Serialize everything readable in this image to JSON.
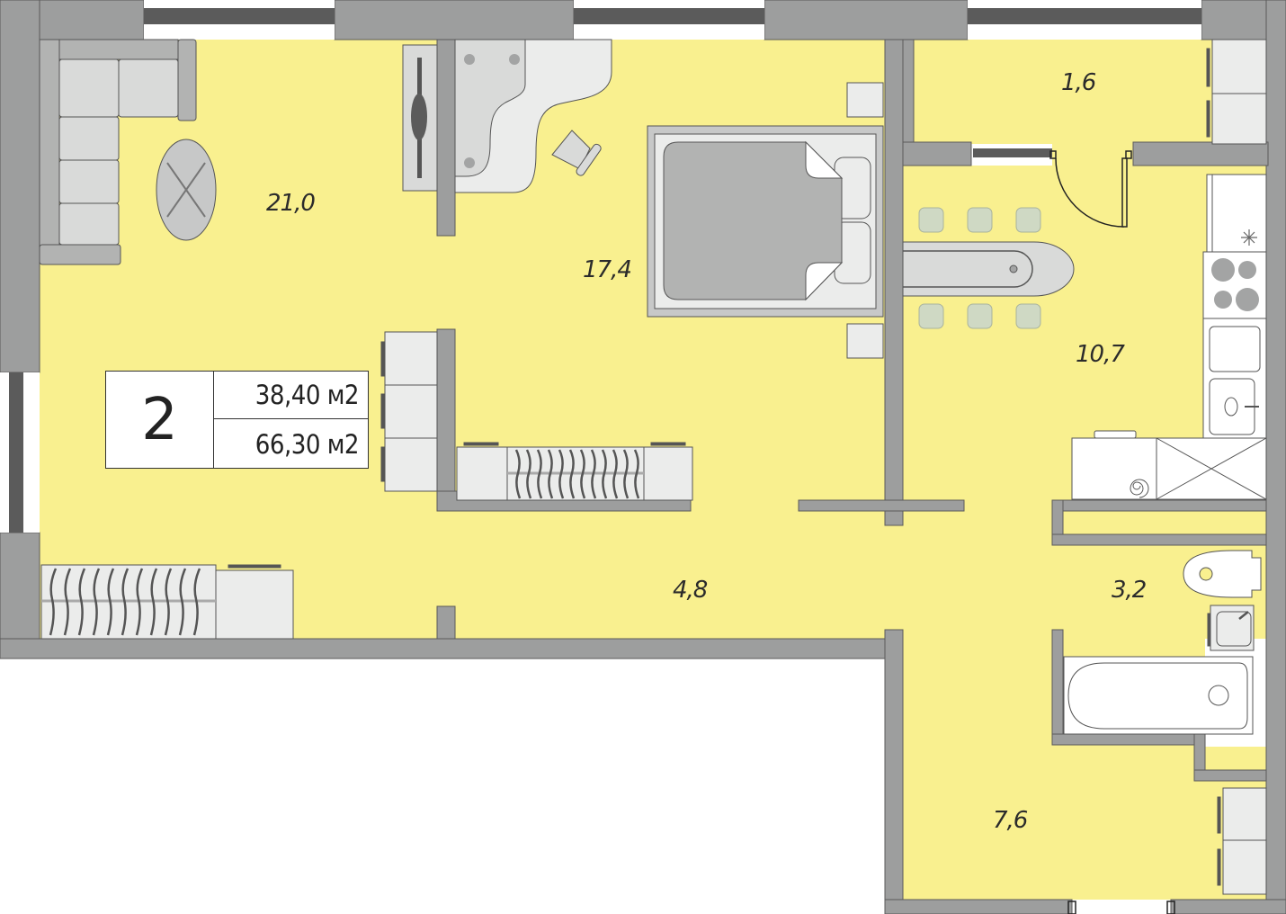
{
  "plan": {
    "title": "Apartment floor plan",
    "colors": {
      "floor": "#f9f08f",
      "wall": "#9d9e9e",
      "wall_outline": "#5a5a5a",
      "window_dark": "#5b5b5b",
      "furniture_light": "#ebeceb",
      "furniture_mid": "#d9dad9",
      "furniture_dark": "#b2b3b2",
      "chair_green": "#cfd9c4"
    }
  },
  "summary": {
    "rooms_count": "2",
    "living_area": "38,40 м2",
    "total_area": "66,30 м2"
  },
  "rooms": [
    {
      "id": "living-room",
      "area": "21,0"
    },
    {
      "id": "bedroom",
      "area": "17,4"
    },
    {
      "id": "balcony",
      "area": "1,6"
    },
    {
      "id": "kitchen",
      "area": "10,7"
    },
    {
      "id": "corridor",
      "area": "4,8"
    },
    {
      "id": "bathroom",
      "area": "3,2"
    },
    {
      "id": "hallway",
      "area": "7,6"
    }
  ]
}
